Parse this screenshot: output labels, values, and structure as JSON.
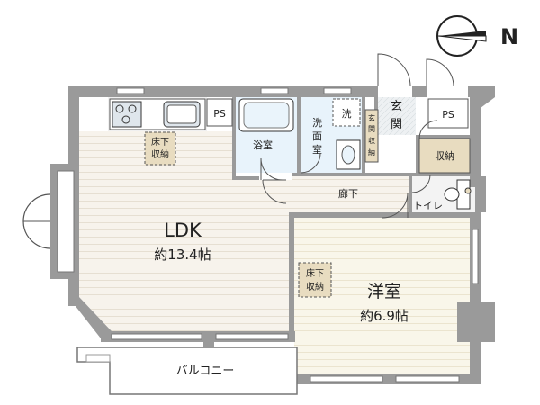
{
  "compass": {
    "label": "N",
    "icon": "north-arrow-icon"
  },
  "rooms": {
    "ldk": {
      "name": "LDK",
      "area": "約13.4帖"
    },
    "western_room": {
      "name": "洋室",
      "area": "約6.9帖"
    },
    "bathroom": {
      "name": "浴室"
    },
    "washroom": {
      "name_line1": "洗",
      "name_line2": "面",
      "name_line3": "室"
    },
    "corridor": {
      "name": "廊下"
    },
    "toilet": {
      "name": "トイレ"
    },
    "entrance": {
      "name_line1": "玄",
      "name_line2": "関"
    },
    "balcony": {
      "name": "バルコニー"
    }
  },
  "storage": {
    "ldk_underfloor": {
      "line1": "床下",
      "line2": "収納"
    },
    "room_underfloor": {
      "line1": "床下",
      "line2": "収納"
    },
    "entrance_storage": {
      "line1": "玄",
      "line2": "関",
      "line3": "収",
      "line4": "納"
    },
    "closet": {
      "name": "収納"
    },
    "washer_space": {
      "name": "洗"
    }
  },
  "pipe_spaces": {
    "ps_kitchen": "PS",
    "ps_entrance": "PS"
  },
  "colors": {
    "wall": "#9a9a9a",
    "floor_wood": "#f6f3ee",
    "floor_room": "#f8f5e8",
    "wet_area": "#e6f2fa",
    "storage_beige": "#e8dcc0",
    "balcony": "#ffffff"
  }
}
